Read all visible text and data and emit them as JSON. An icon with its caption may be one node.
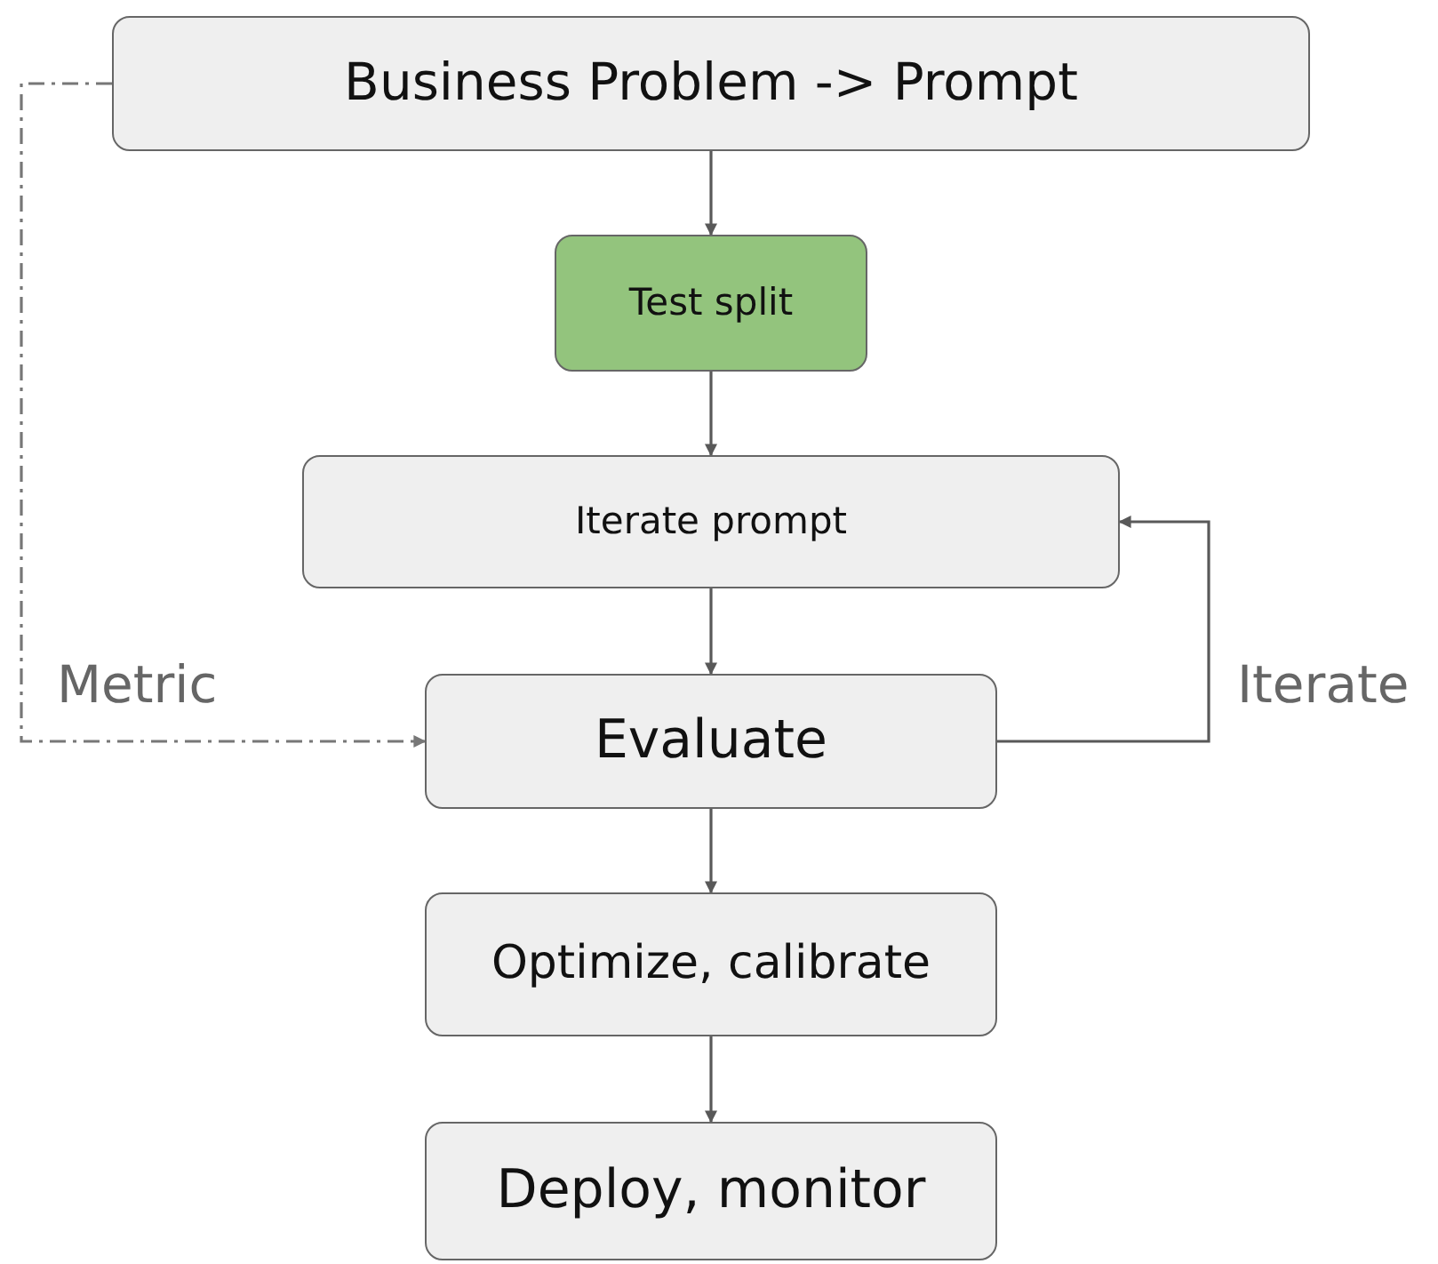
{
  "diagram": {
    "nodes": [
      {
        "text": [
          "Business Problem -> Prompt"
        ]
      },
      {
        "text": [
          "Test split"
        ]
      },
      {
        "text": [
          "Iterate prompt"
        ]
      },
      {
        "text": [
          "Evaluate"
        ]
      },
      {
        "text": [
          "Optimize, calibrate"
        ]
      },
      {
        "text": [
          "Deploy, monitor"
        ]
      }
    ],
    "edges": [
      {
        "from": 0,
        "to": 1,
        "arrow": "to"
      },
      {
        "from": 1,
        "to": 2,
        "arrow": "to"
      },
      {
        "from": 2,
        "to": 3,
        "arrow": "to"
      },
      {
        "from": 3,
        "to": 4,
        "arrow": "to"
      },
      {
        "from": 4,
        "to": 5,
        "arrow": "to"
      },
      {
        "from": 3,
        "to": 2,
        "arrow": "to",
        "label": "Iterate"
      },
      {
        "from": 0,
        "to": 3,
        "arrow": "to",
        "label": "Metric",
        "style": "dashed"
      }
    ]
  }
}
